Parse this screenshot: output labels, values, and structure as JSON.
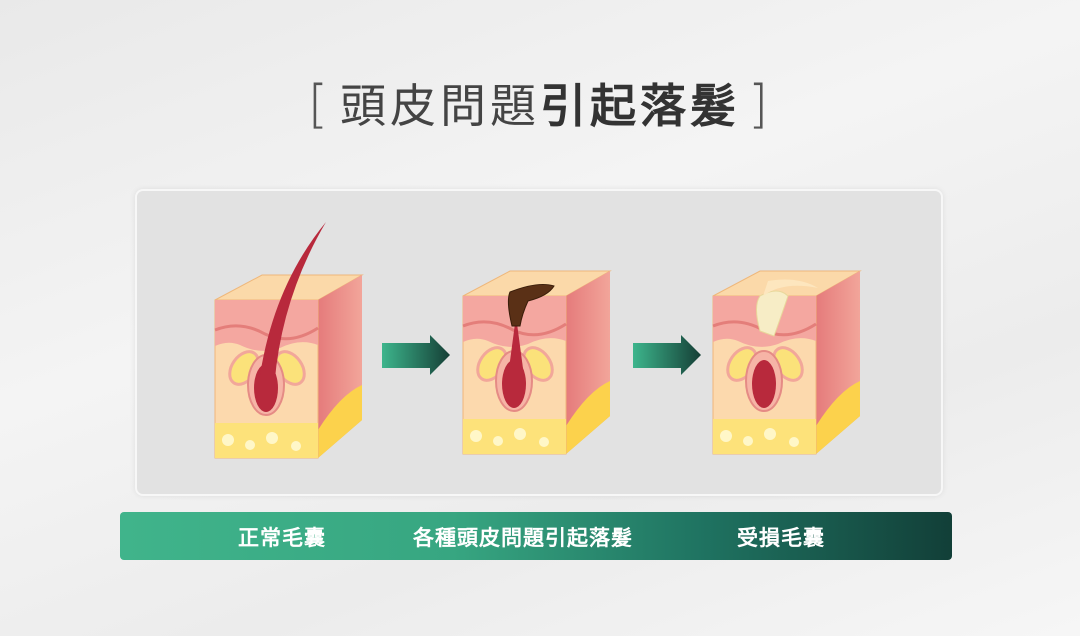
{
  "title": {
    "open_bracket": "[",
    "light": "頭皮問題",
    "bold": "引起落髮",
    "close_bracket": "]"
  },
  "stages": [
    {
      "label": "正常毛囊",
      "hair": "normal"
    },
    {
      "label": "各種頭皮問題引起落髮",
      "hair": "blocked"
    },
    {
      "label": "受損毛囊",
      "hair": "damaged"
    }
  ],
  "colors": {
    "bar_start": "#40b48b",
    "bar_end": "#123f38",
    "arrow": "#2a8a6e"
  }
}
